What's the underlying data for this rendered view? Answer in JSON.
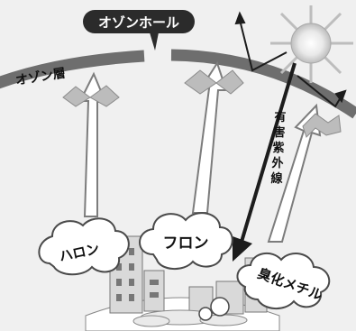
{
  "labels": {
    "ozone_hole": "オゾンホール",
    "ozone_layer": "オゾン層",
    "harmful_uv": "有害紫外線",
    "harmful_uv_chars": [
      "有",
      "害",
      "紫",
      "外",
      "線"
    ],
    "halon": "ハロン",
    "freon": "フロン",
    "methyl_bromide": "臭化メチル"
  },
  "colors": {
    "background": "#ffffff",
    "sky": "#efefef",
    "ozone_layer": "#6e6e6e",
    "arrow_outline": "#7c7c7c",
    "callout": "#2b2b2b"
  },
  "icons": [
    "sun-icon",
    "reflected-ray-icon",
    "cloud-icon",
    "building-icon"
  ]
}
